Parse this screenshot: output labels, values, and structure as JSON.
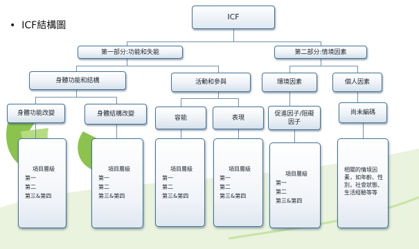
{
  "slide_title": "ICF結構圖",
  "root": {
    "label": "ICF"
  },
  "part1": {
    "label": "第一部分:功能和失能"
  },
  "part2": {
    "label": "第二部分:情境因素"
  },
  "body_func_struct": {
    "label": "身體功能和結構"
  },
  "activity_participation": {
    "label": "活動和參與"
  },
  "environment": {
    "label": "環境因素"
  },
  "personal": {
    "label": "個人因素"
  },
  "body_func_change": {
    "label": "身體功能改變"
  },
  "body_struct_change": {
    "label": "身體結構改變"
  },
  "capacity": {
    "label": "容能"
  },
  "performance": {
    "label": "表現"
  },
  "facilitators": {
    "label": "促進因子/阻礙因子"
  },
  "not_coded": {
    "label": "尚未編碼"
  },
  "level_block": {
    "heading": "項目層級",
    "line1": "第一",
    "line2": "第二",
    "line3": "第三&第四"
  },
  "personal_note": "相關的情境因素，如年齡、性別，社會狀態、生活經驗等等",
  "colors": {
    "border": "#3f6f96",
    "accent_green": "#7ab648",
    "connector": "#6f8ea8"
  }
}
